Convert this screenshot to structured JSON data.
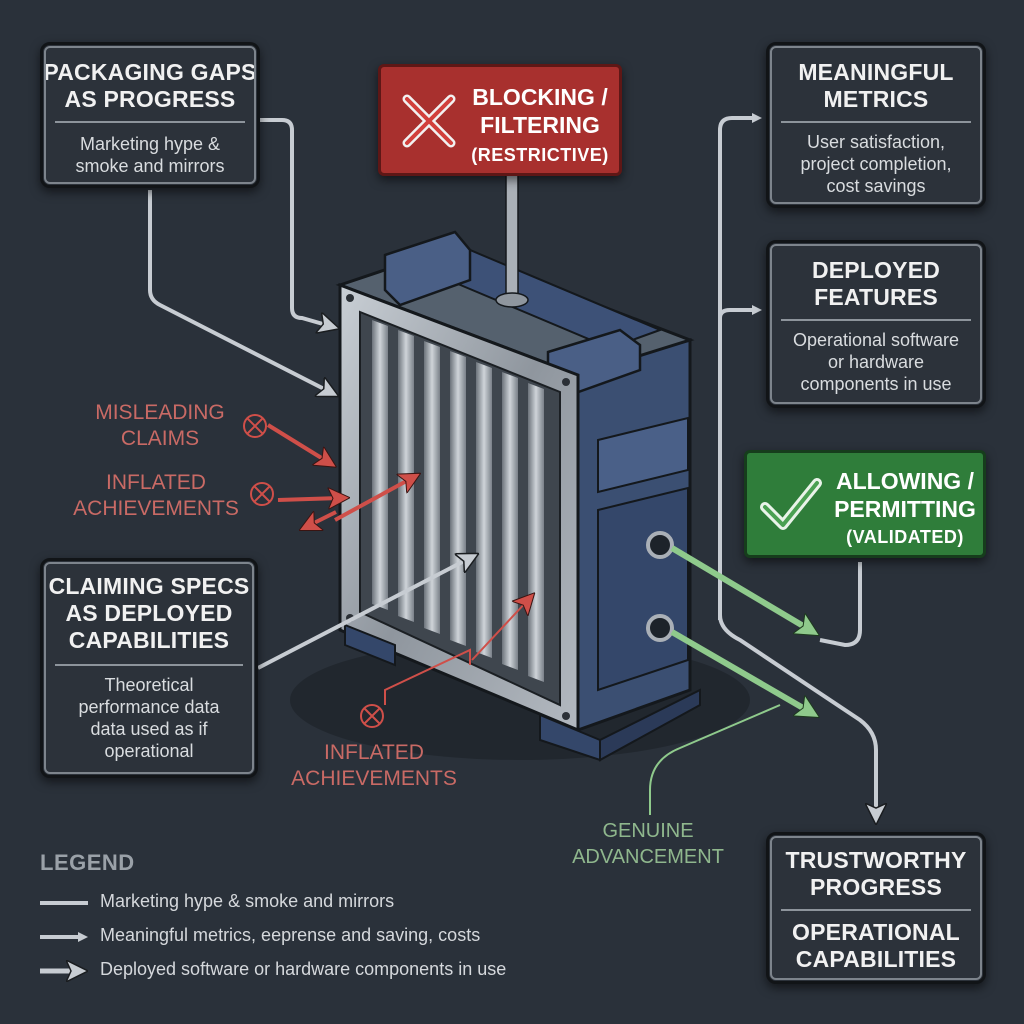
{
  "boxes": {
    "packaging": {
      "title": "PACKAGING GAPS\nAS PROGRESS",
      "desc": "Marketing hype &\nsmoke and mirrors"
    },
    "claiming": {
      "title": "CLAIMING SPECS\nAS DEPLOYED\nCAPABILITIES",
      "desc": "Theoretical\nperformance data\ndata used as if\noperational"
    },
    "metrics": {
      "title": "MEANINGFUL\nMETRICS",
      "desc": "User satisfaction,\nproject completion,\ncost savings"
    },
    "features": {
      "title": "DEPLOYED\nFEATURES",
      "desc": "Operational software\nor hardware\ncomponents in use"
    },
    "trustworthy": {
      "title": "TRUSTWORTHY\nPROGRESS",
      "subtitle": "OPERATIONAL\nCAPABILITIES"
    }
  },
  "signs": {
    "blocking": {
      "text": "BLOCKING /\nFILTERING",
      "sub": "(RESTRICTIVE)",
      "color": "#a8302e",
      "icon": "x-icon"
    },
    "allowing": {
      "text": "ALLOWING /\nPERMITTING",
      "sub": "(VALIDATED)",
      "color": "#2f7d3a",
      "icon": "check-icon"
    }
  },
  "labels": {
    "misleading": "MISLEADING\nCLAIMS",
    "inflated_1": "INFLATED\nACHIEVEMENTS",
    "inflated_2": "INFLATED\nACHIEVEMENTS",
    "genuine": "GENUINE\nADVANCEMENT"
  },
  "legend": {
    "title": "LEGEND",
    "items": [
      {
        "text": "Marketing hype & smoke and mirrors",
        "icon": "line-icon"
      },
      {
        "text": "Meaningful metrics, eeprense and saving, costs",
        "icon": "arrow-icon"
      },
      {
        "text": "Deployed software or hardware components in use",
        "icon": "bold-arrow-icon"
      }
    ]
  },
  "colors": {
    "background": "#2a313a",
    "panel": "#2c323a",
    "red_label": "#c96a65",
    "green_label": "#8fb78d",
    "arrow_gray": "#b9bec4",
    "arrow_red": "#cf4f49",
    "arrow_green": "#8fca8c",
    "filter_metal": "#9ea5ad",
    "filter_blue": "#3e5275"
  }
}
